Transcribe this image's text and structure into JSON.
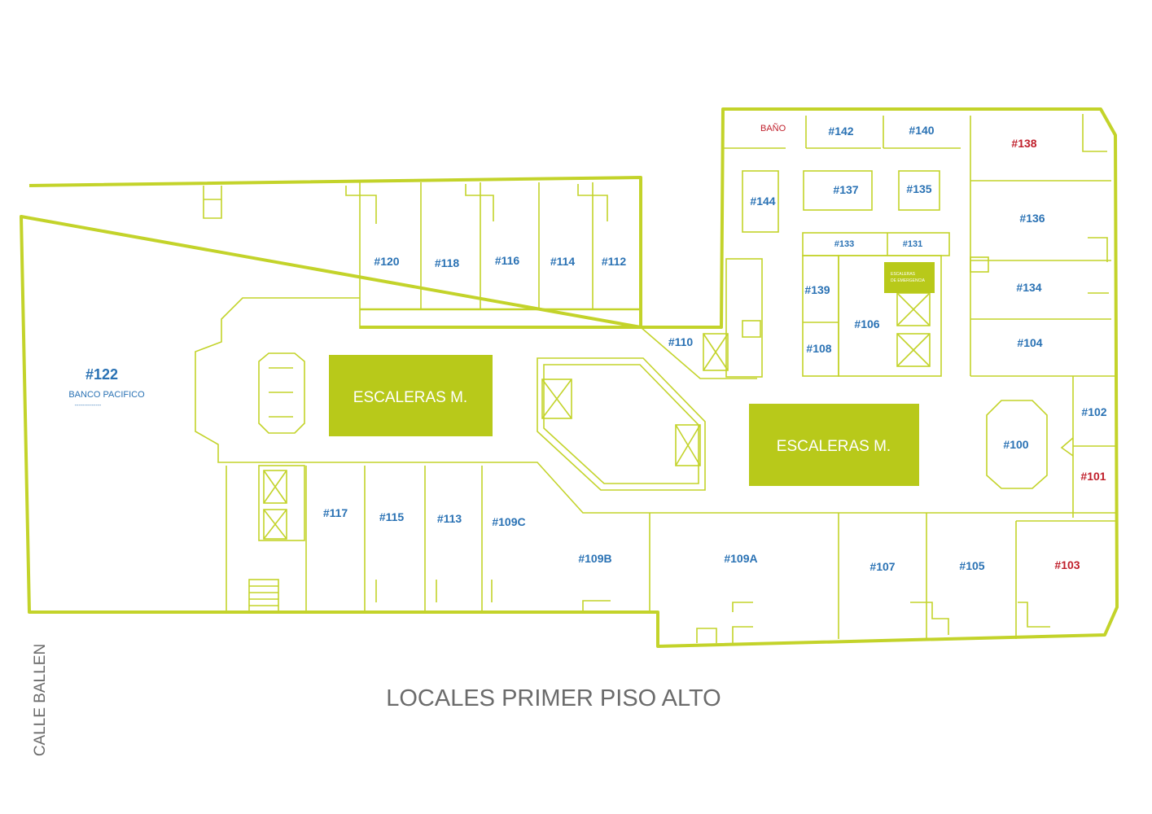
{
  "title": "LOCALES PRIMER PISO ALTO",
  "street_label": "CALLE BALLEN",
  "colors": {
    "wall": "#c3d32a",
    "stairs_fill": "#b8c91a",
    "available": "#2a72b4",
    "occupied": "#c0202c",
    "text_gray": "#6b6b6b"
  },
  "stairs": [
    {
      "id": "stairs-left",
      "label": "ESCALERAS M."
    },
    {
      "id": "stairs-right",
      "label": "ESCALERAS M."
    }
  ],
  "emergency_stairs": {
    "line1": "ESCALERAS",
    "line2": "DE EMERGENCIA"
  },
  "bathroom": "BAÑO",
  "locales": [
    {
      "id": "122",
      "label": "#122",
      "status": "available"
    },
    {
      "id": "120",
      "label": "#120",
      "status": "available"
    },
    {
      "id": "118",
      "label": "#118",
      "status": "available"
    },
    {
      "id": "116",
      "label": "#116",
      "status": "available"
    },
    {
      "id": "114",
      "label": "#114",
      "status": "available"
    },
    {
      "id": "112",
      "label": "#112",
      "status": "available"
    },
    {
      "id": "110",
      "label": "#110",
      "status": "available"
    },
    {
      "id": "144",
      "label": "#144",
      "status": "available"
    },
    {
      "id": "142",
      "label": "#142",
      "status": "available"
    },
    {
      "id": "140",
      "label": "#140",
      "status": "available"
    },
    {
      "id": "138",
      "label": "#138",
      "status": "occupied"
    },
    {
      "id": "137",
      "label": "#137",
      "status": "available"
    },
    {
      "id": "135",
      "label": "#135",
      "status": "available"
    },
    {
      "id": "136",
      "label": "#136",
      "status": "available"
    },
    {
      "id": "133",
      "label": "#133",
      "status": "available"
    },
    {
      "id": "131",
      "label": "#131",
      "status": "available"
    },
    {
      "id": "139",
      "label": "#139",
      "status": "available"
    },
    {
      "id": "134",
      "label": "#134",
      "status": "available"
    },
    {
      "id": "106",
      "label": "#106",
      "status": "available"
    },
    {
      "id": "108",
      "label": "#108",
      "status": "available"
    },
    {
      "id": "104",
      "label": "#104",
      "status": "available"
    },
    {
      "id": "102",
      "label": "#102",
      "status": "available"
    },
    {
      "id": "100",
      "label": "#100",
      "status": "available"
    },
    {
      "id": "101",
      "label": "#101",
      "status": "occupied"
    },
    {
      "id": "117",
      "label": "#117",
      "status": "available"
    },
    {
      "id": "115",
      "label": "#115",
      "status": "available"
    },
    {
      "id": "113",
      "label": "#113",
      "status": "available"
    },
    {
      "id": "109C",
      "label": "#109C",
      "status": "available"
    },
    {
      "id": "109B",
      "label": "#109B",
      "status": "available"
    },
    {
      "id": "109A",
      "label": "#109A",
      "status": "available"
    },
    {
      "id": "107",
      "label": "#107",
      "status": "available"
    },
    {
      "id": "105",
      "label": "#105",
      "status": "available"
    },
    {
      "id": "103",
      "label": "#103",
      "status": "occupied"
    }
  ],
  "tenants": {
    "122": "BANCO PACIFICO",
    "122_underline": "--------------"
  }
}
